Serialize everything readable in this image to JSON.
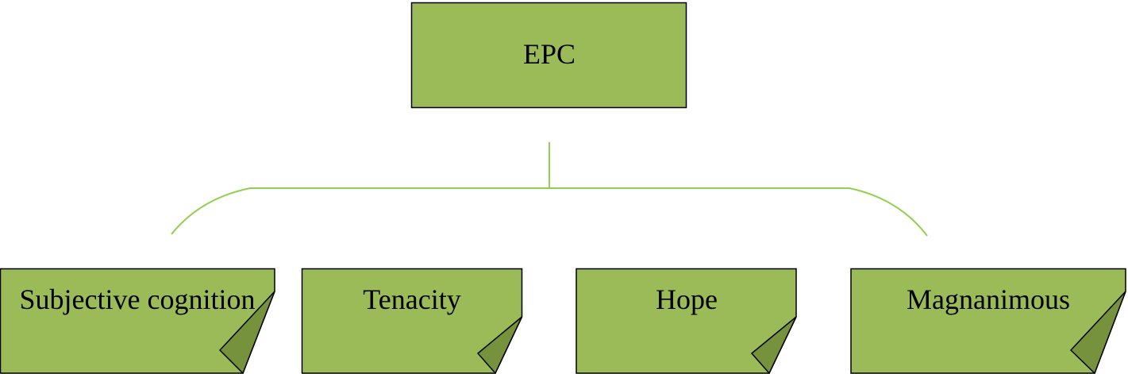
{
  "diagram": {
    "colors": {
      "box_fill": "#9BBB59",
      "fold_fill": "#76923C",
      "border": "#000000",
      "connector": "#92D050"
    },
    "root": {
      "label": "EPC"
    },
    "children": [
      {
        "label": "Subjective cognition"
      },
      {
        "label": "Tenacity"
      },
      {
        "label": "Hope"
      },
      {
        "label": "Magnanimous"
      }
    ]
  }
}
